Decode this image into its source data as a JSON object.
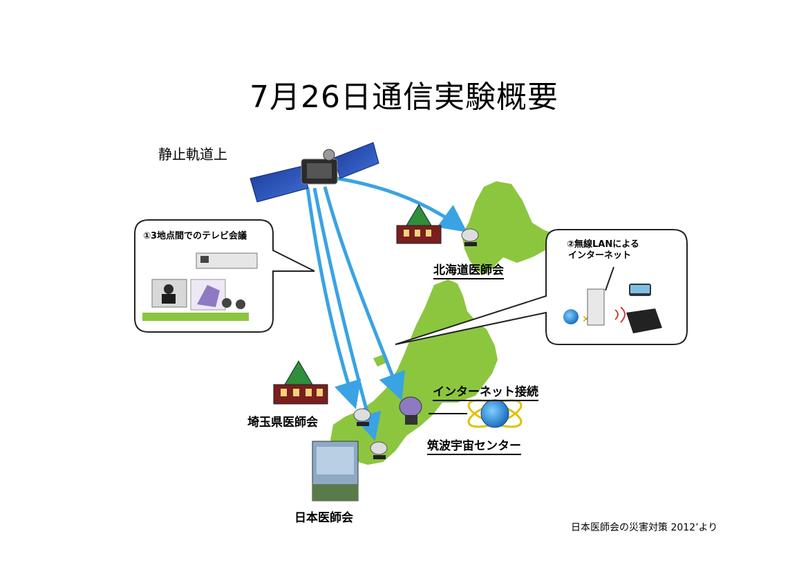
{
  "title": "7月26日通信実験概要",
  "orbit_label": "静止軌道上",
  "callout_left": {
    "title": "①3地点間でのテレビ会議"
  },
  "callout_right": {
    "line1": "②無線LANによる",
    "line2": "インターネット"
  },
  "sites": {
    "hokkaido": "北海道医師会",
    "saitama": "埼玉県医師会",
    "jma": "日本医師会",
    "tsukuba": "筑波宇宙センター",
    "internet": "インターネット接続"
  },
  "footnote": "日本医師会の災害対策 2012’より",
  "colors": {
    "land": "#8cc63f",
    "arrow": "#3aa3e3",
    "building": "#7a1f1f",
    "roof": "#2f8f3a"
  }
}
